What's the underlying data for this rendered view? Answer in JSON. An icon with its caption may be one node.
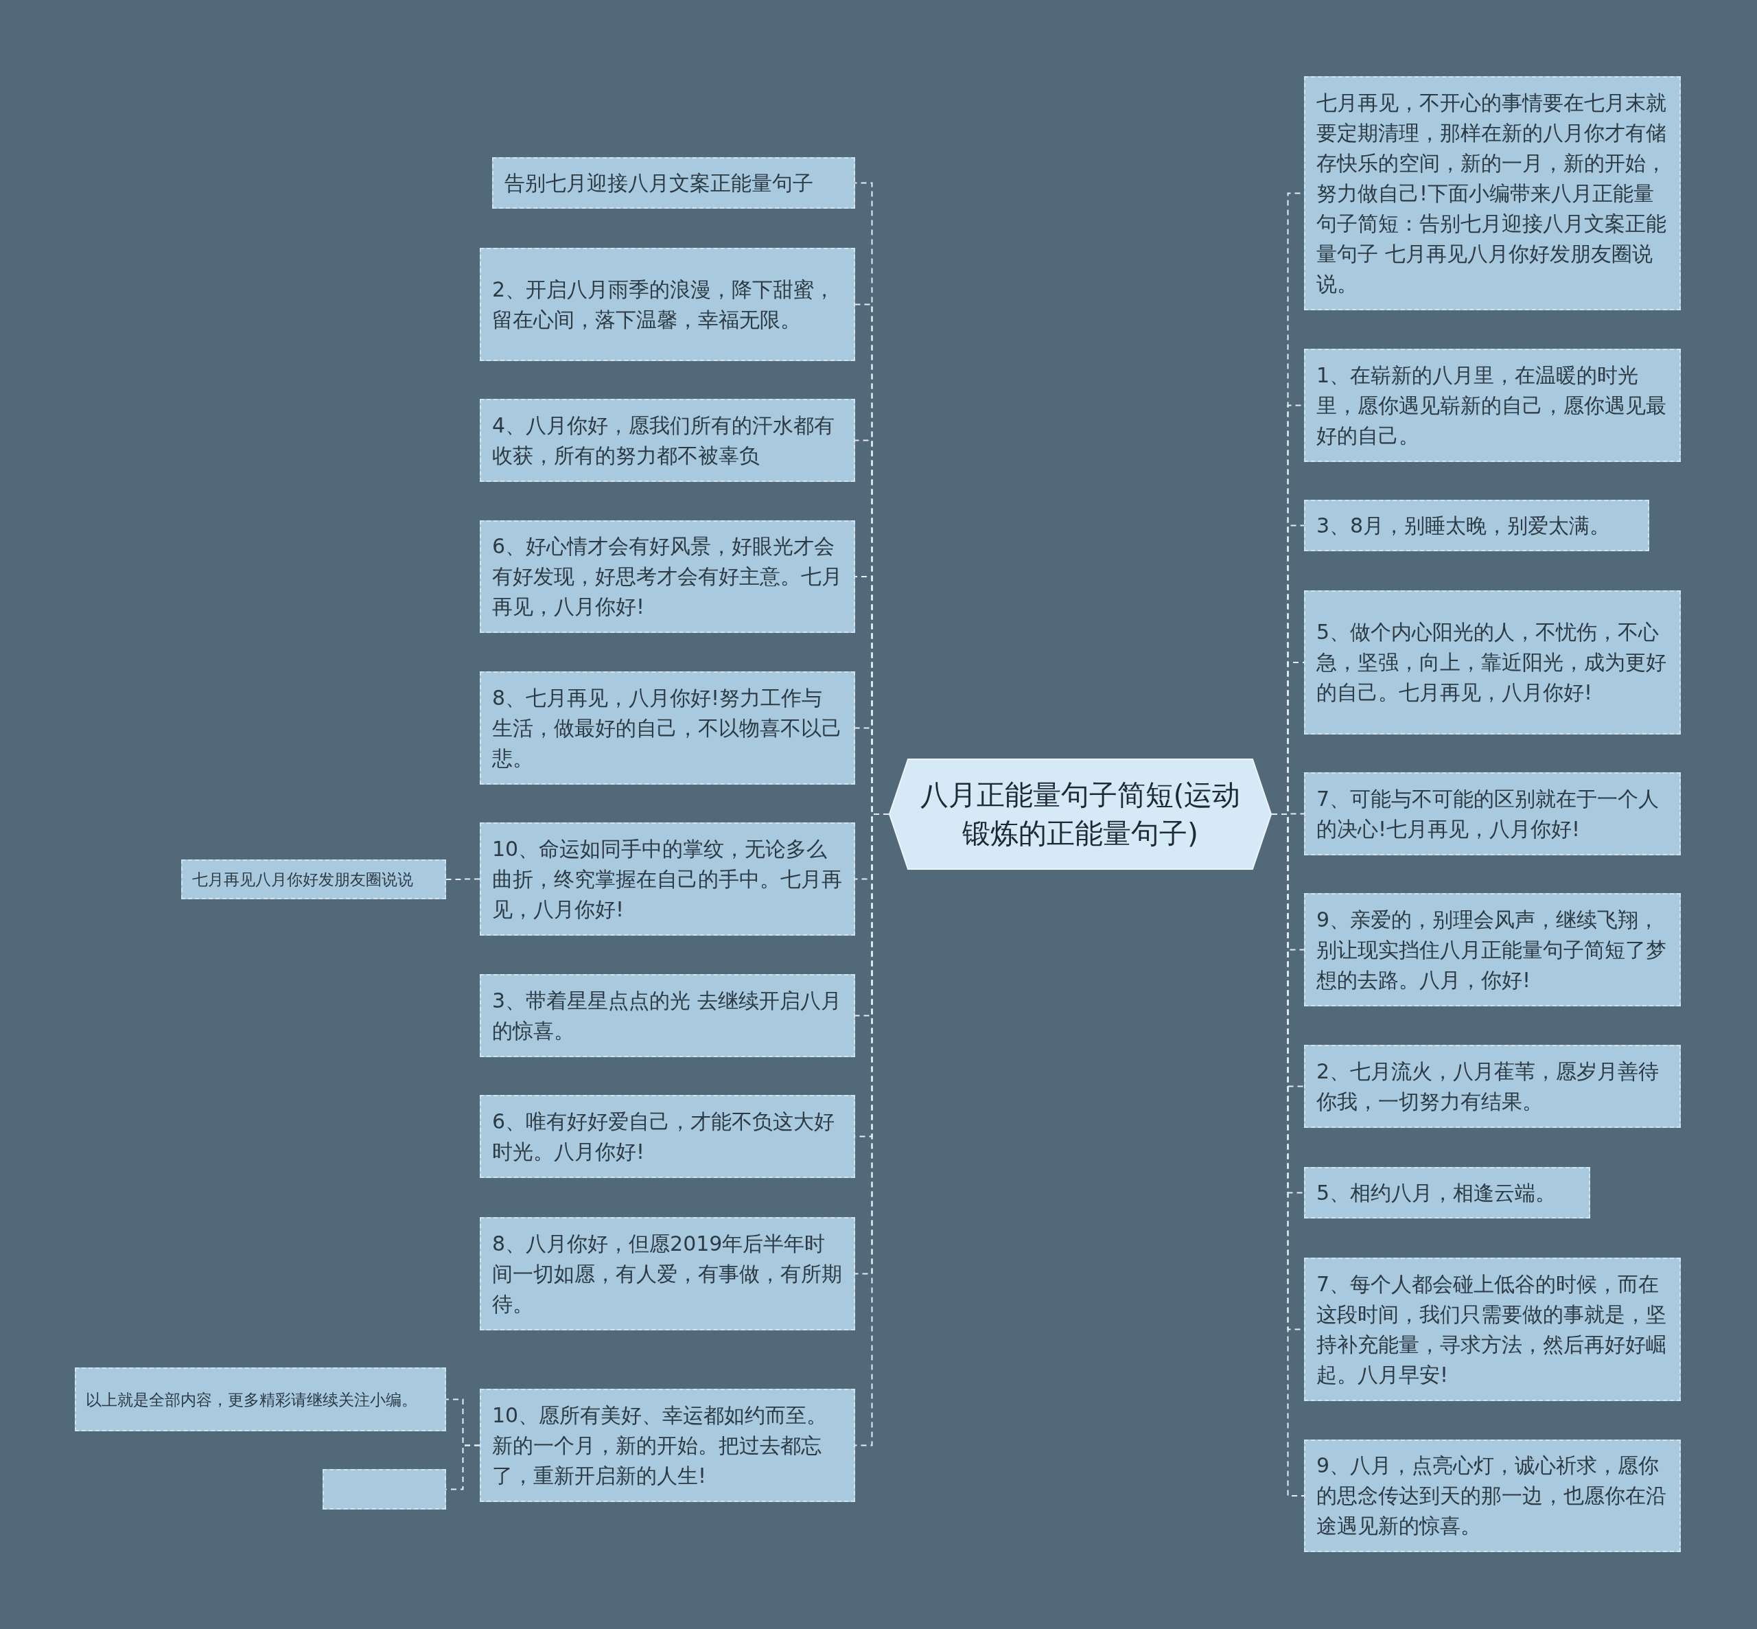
{
  "diagram": {
    "nodes": [
      {
        "text": [
          "八月正能量句子简短(运动锻炼的正能量句子)"
        ]
      },
      {
        "text": [
          "告别七月迎接八月文案正能量句子"
        ]
      },
      {
        "text": [
          "2、开启八月雨季的浪漫，降下甜蜜，留在心间，落下温馨，幸福无限。"
        ]
      },
      {
        "text": [
          "4、八月你好，愿我们所有的汗水都有收获，所有的努力都不被辜负"
        ]
      },
      {
        "text": [
          "6、好心情才会有好风景，好眼光才会有好发现，好思考才会有好主意。七月再见，八月你好!"
        ]
      },
      {
        "text": [
          "8、七月再见，八月你好!努力工作与生活，做最好的自己，不以物喜不以己悲。"
        ]
      },
      {
        "text": [
          "10、命运如同手中的掌纹，无论多么曲折，终究掌握在自己的手中。七月再见，八月你好!"
        ]
      },
      {
        "text": [
          "3、带着星星点点的光 去继续开启八月的惊喜。"
        ]
      },
      {
        "text": [
          "6、唯有好好爱自己，才能不负这大好时光。八月你好!"
        ]
      },
      {
        "text": [
          "8、八月你好，但愿2019年后半年时间一切如愿，有人爱，有事做，有所期待。"
        ]
      },
      {
        "text": [
          "10、愿所有美好、幸运都如约而至。新的一个月，新的开始。把过去都忘了，重新开启新的人生!"
        ]
      },
      {
        "text": [
          "七月再见八月你好发朋友圈说说"
        ]
      },
      {
        "text": [
          "以上就是全部内容，更多精彩请继续关注小编。"
        ]
      },
      {
        "text": [],
        "shape": "box"
      },
      {
        "text": [
          "七月再见，不开心的事情要在七月末就要定期清理，那样在新的八月你才有储存快乐的空间，新的一月，新的开始，努力做自己!下面小编带来八月正能量句子简短：告别七月迎接八月文案正能量句子 七月再见八月你好发朋友圈说说。"
        ]
      },
      {
        "text": [
          "1、在崭新的八月里，在温暖的时光里，愿你遇见崭新的自己，愿你遇见最好的自己。"
        ]
      },
      {
        "text": [
          "3、8月，别睡太晚，别爱太满。"
        ]
      },
      {
        "text": [
          "5、做个内心阳光的人，不忧伤，不心急，坚强，向上，靠近阳光，成为更好的自己。七月再见，八月你好!"
        ]
      },
      {
        "text": [
          "7、可能与不可能的区别就在于一个人的决心!七月再见，八月你好!"
        ]
      },
      {
        "text": [
          "9、亲爱的，别理会风声，继续飞翔，别让现实挡住八月正能量句子简短了梦想的去路。八月，你好!"
        ]
      },
      {
        "text": [
          "2、七月流火，八月萑苇，愿岁月善待你我，一切努力有结果。"
        ]
      },
      {
        "text": [
          "5、相约八月，相逢云端。"
        ]
      },
      {
        "text": [
          "7、每个人都会碰上低谷的时候，而在这段时间，我们只需要做的事就是，坚持补充能量，寻求方法，然后再好好崛起。八月早安!"
        ]
      },
      {
        "text": [
          "9、八月，点亮心灯，诚心祈求，愿你的思念传达到天的那一边，也愿你在沿途遇见新的惊喜。"
        ]
      }
    ],
    "edges": [
      {
        "from": 0,
        "to": 1,
        "arrow": "none"
      },
      {
        "from": 0,
        "to": 2,
        "arrow": "none"
      },
      {
        "from": 0,
        "to": 3,
        "arrow": "none"
      },
      {
        "from": 0,
        "to": 4,
        "arrow": "none"
      },
      {
        "from": 0,
        "to": 5,
        "arrow": "none"
      },
      {
        "from": 0,
        "to": 6,
        "arrow": "none"
      },
      {
        "from": 0,
        "to": 7,
        "arrow": "none"
      },
      {
        "from": 0,
        "to": 8,
        "arrow": "none"
      },
      {
        "from": 0,
        "to": 9,
        "arrow": "none"
      },
      {
        "from": 0,
        "to": 10,
        "arrow": "none"
      },
      {
        "from": 6,
        "to": 11,
        "arrow": "none"
      },
      {
        "from": 10,
        "to": 12,
        "arrow": "none"
      },
      {
        "from": 10,
        "to": 13,
        "arrow": "none"
      },
      {
        "from": 0,
        "to": 14,
        "arrow": "none"
      },
      {
        "from": 0,
        "to": 15,
        "arrow": "none"
      },
      {
        "from": 0,
        "to": 16,
        "arrow": "none"
      },
      {
        "from": 0,
        "to": 17,
        "arrow": "none"
      },
      {
        "from": 0,
        "to": 18,
        "arrow": "none"
      },
      {
        "from": 0,
        "to": 19,
        "arrow": "none"
      },
      {
        "from": 0,
        "to": 20,
        "arrow": "none"
      },
      {
        "from": 0,
        "to": 21,
        "arrow": "none"
      },
      {
        "from": 0,
        "to": 22,
        "arrow": "none"
      },
      {
        "from": 0,
        "to": 23,
        "arrow": "none"
      }
    ]
  }
}
